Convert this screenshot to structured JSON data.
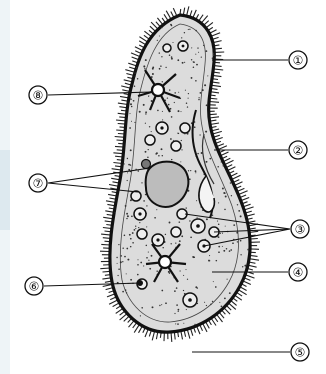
{
  "diagram": {
    "labels": [
      "①",
      "②",
      "③",
      "④",
      "⑤",
      "⑥",
      "⑦",
      "⑧"
    ]
  }
}
